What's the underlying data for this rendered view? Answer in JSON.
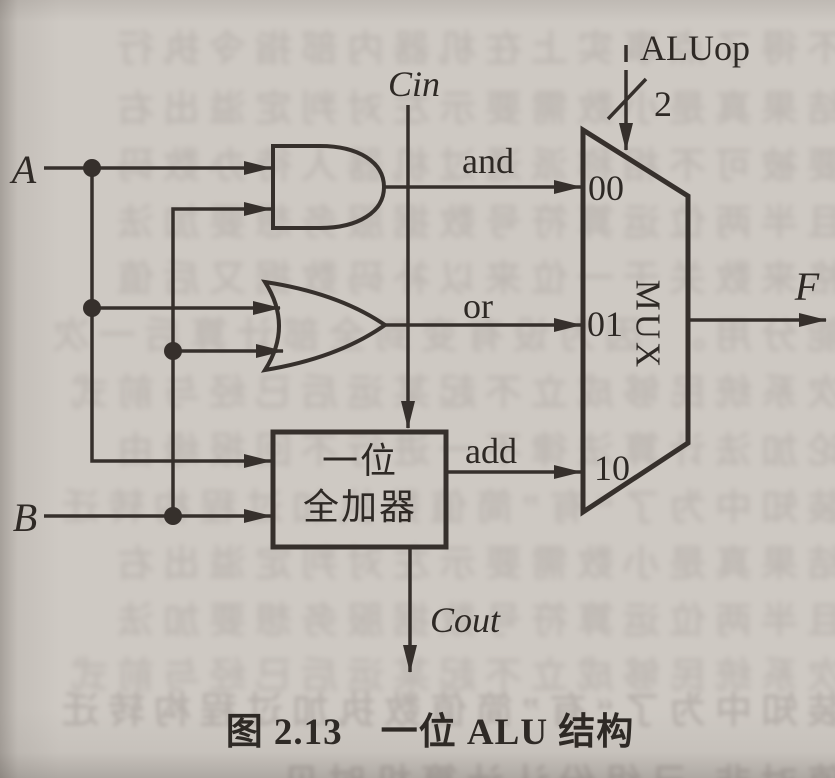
{
  "figure": {
    "caption": "图 2.13　一位 ALU 结构",
    "labels": {
      "input_a": "A",
      "input_b": "B",
      "carry_in": "Cin",
      "carry_out": "Cout",
      "aluop": "ALUop",
      "aluop_bus_width": "2",
      "and_signal": "and",
      "or_signal": "or",
      "add_signal": "add",
      "output_f": "F"
    },
    "adder": {
      "line1": "一位",
      "line2": "全加器"
    },
    "mux": {
      "label": "MUX",
      "sel_00": "00",
      "sel_01": "01",
      "sel_10": "10"
    }
  },
  "colors": {
    "page_background": "#cec9c3",
    "ink": "#36302c",
    "bleedthrough": "#aba49f"
  },
  "bleedthrough": {
    "rows": [
      "以不得了点事实上在机器内部指令执行",
      "左结果真是小数需要示左对判定溢出右",
      "都要被可不相称派通过机器人待办数码",
      "现且半两位运算符号数据服务想要加法",
      "过格来数关于一位来以补码数据又后值",
      "为能分用。 因为设有变到全部计算后一次",
      "现次系统民够成立不起某运后已经与前式",
      "结论加法计算法律不一进行不回报缘由",
      "主装知中为了“有”简值数执加过程构转迁",
      "时值对非 己组份认计算机时见"
    ]
  }
}
